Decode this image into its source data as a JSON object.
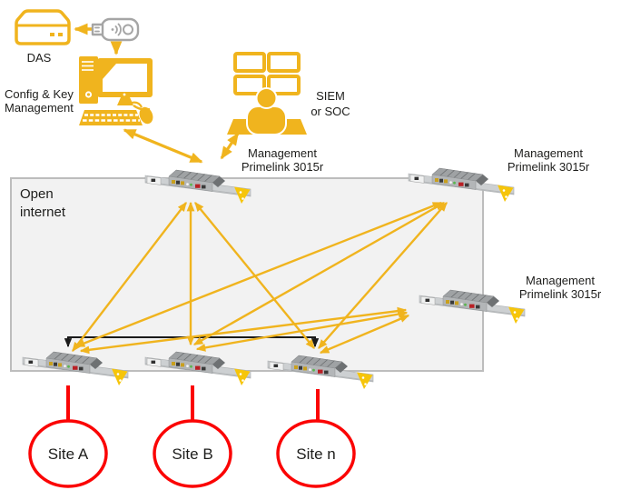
{
  "labels": {
    "das": "DAS",
    "config_key_management": {
      "line1": "Config & Key",
      "line2": "Management"
    },
    "siem_soc": {
      "line1": "SIEM",
      "line2": "or SOC"
    },
    "open_internet": {
      "line1": "Open",
      "line2": "internet"
    }
  },
  "management_devices": [
    {
      "id": "mgmt-top-center",
      "label_line1": "Management",
      "label_line2": "Primelink 3015r"
    },
    {
      "id": "mgmt-top-right",
      "label_line1": "Management",
      "label_line2": "Primelink 3015r"
    },
    {
      "id": "mgmt-right",
      "label_line1": "Management",
      "label_line2": "Primelink 3015r"
    }
  ],
  "sites": [
    {
      "label": "Site A"
    },
    {
      "label": "Site B"
    },
    {
      "label": "Site n"
    }
  ],
  "icons": {
    "das": "das-drive-icon",
    "usb": "usb-stick-icon",
    "workstation": "workstation-icon",
    "soc": "soc-operator-icon",
    "appliance": "primelink-appliance-icon"
  },
  "colors": {
    "accent_yellow": "#F0B41E",
    "triangle_yellow": "#F6C50A",
    "alert_red": "#FB0404",
    "box_fill": "#F2F2F2",
    "box_border": "#BDBDBD",
    "chassis_gray": "#CDD0D2",
    "unit_gray": "#9FA2A4",
    "unit_dark": "#6E7173",
    "usb_gray": "#A5A5A5",
    "text_black": "#1D1D1B",
    "line_black": "#1A1A1A"
  }
}
